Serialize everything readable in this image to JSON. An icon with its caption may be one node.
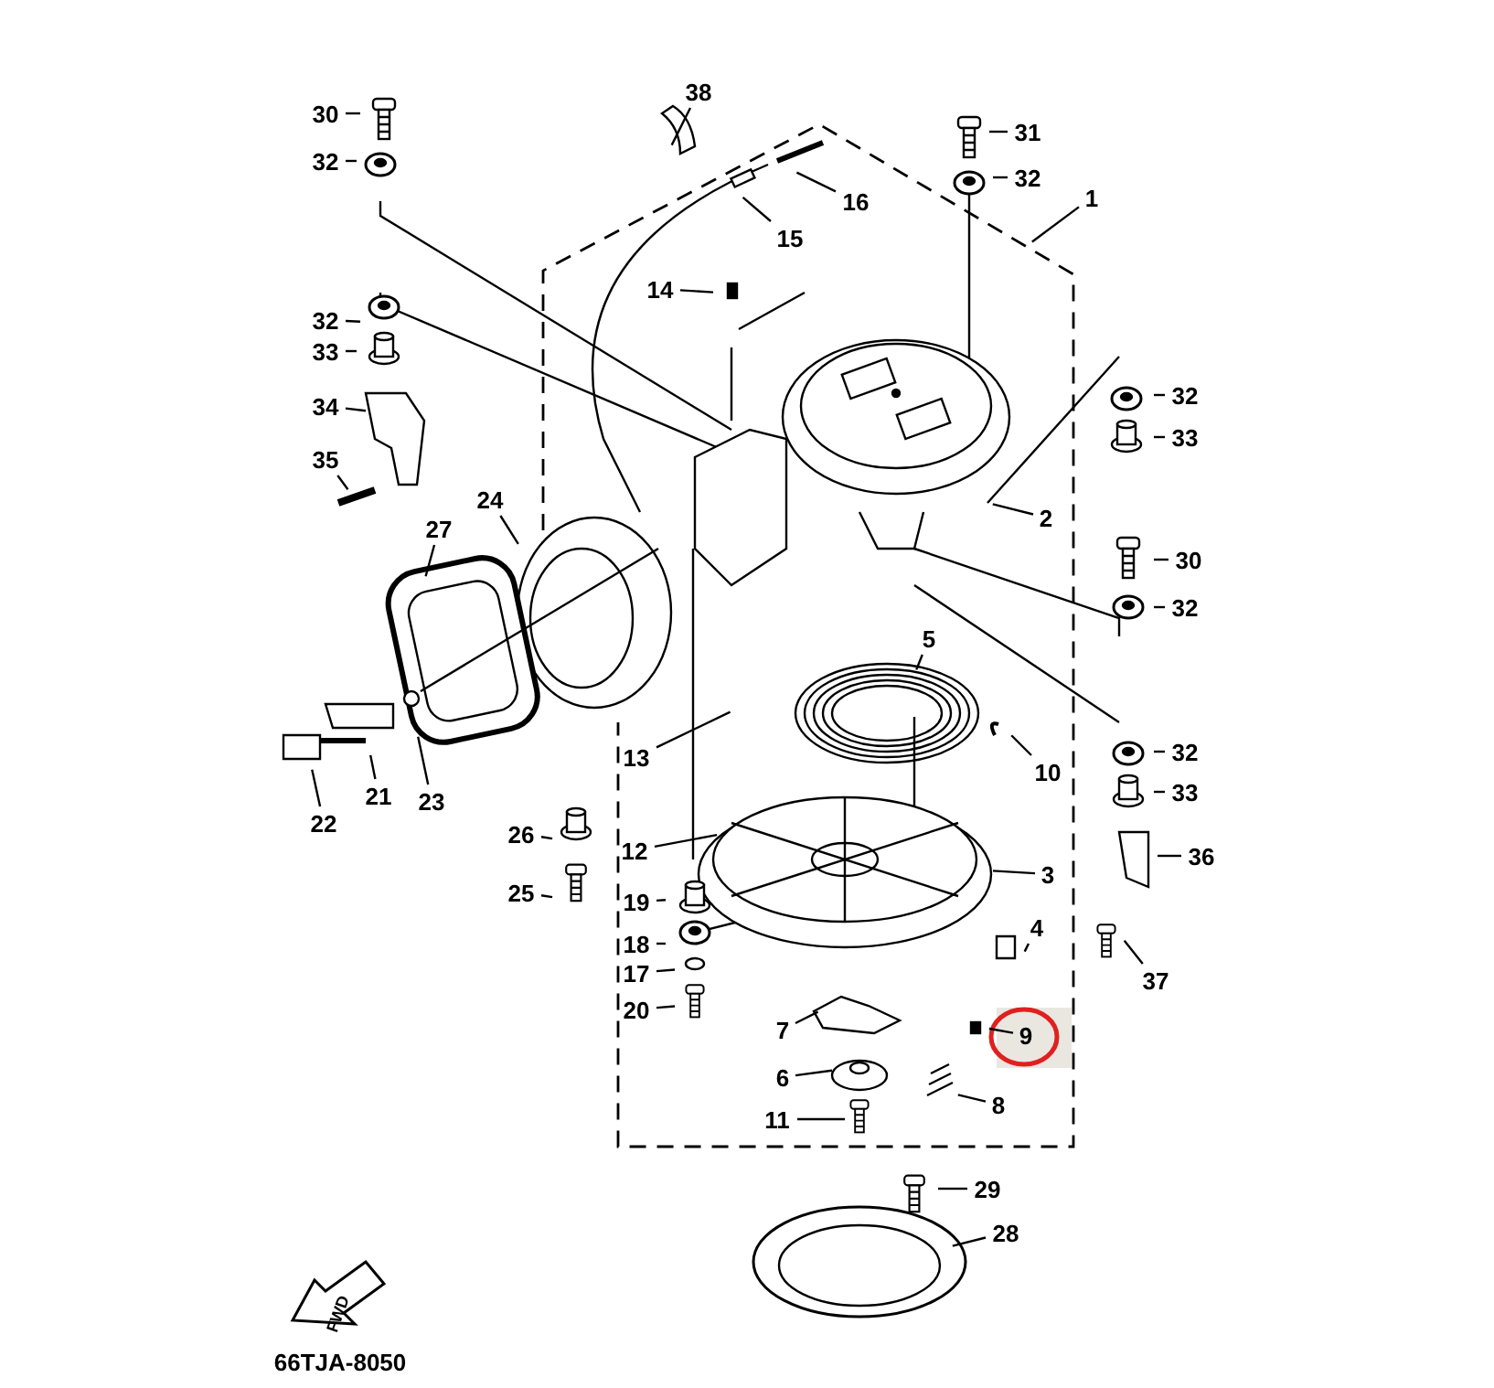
{
  "diagram": {
    "nodes": [
      {
        "text": [
          "38"
        ]
      },
      {
        "text": [
          "30"
        ]
      },
      {
        "text": [
          "31"
        ]
      },
      {
        "text": [
          "32"
        ]
      },
      {
        "text": [
          "32"
        ]
      },
      {
        "text": [
          "1"
        ]
      },
      {
        "text": [
          "16"
        ]
      },
      {
        "text": [
          "15"
        ]
      },
      {
        "text": [
          "14"
        ]
      },
      {
        "text": [
          "32"
        ]
      },
      {
        "text": [
          "33"
        ]
      },
      {
        "text": [
          "32"
        ]
      },
      {
        "text": [
          "34"
        ]
      },
      {
        "text": [
          "33"
        ]
      },
      {
        "text": [
          "35"
        ]
      },
      {
        "text": [
          "24"
        ]
      },
      {
        "text": [
          "2"
        ]
      },
      {
        "text": [
          "27"
        ]
      },
      {
        "text": [
          "30"
        ]
      },
      {
        "text": [
          "32"
        ]
      },
      {
        "text": [
          "5"
        ]
      },
      {
        "text": [
          "32"
        ]
      },
      {
        "text": [
          "13"
        ]
      },
      {
        "text": [
          "10"
        ]
      },
      {
        "text": [
          "33"
        ]
      },
      {
        "text": [
          "21"
        ]
      },
      {
        "text": [
          "23"
        ]
      },
      {
        "text": [
          "22"
        ]
      },
      {
        "text": [
          "26"
        ]
      },
      {
        "text": [
          "12"
        ]
      },
      {
        "text": [
          "36"
        ]
      },
      {
        "text": [
          "3"
        ]
      },
      {
        "text": [
          "25"
        ]
      },
      {
        "text": [
          "19"
        ]
      },
      {
        "text": [
          "4"
        ]
      },
      {
        "text": [
          "18"
        ]
      },
      {
        "text": [
          "17"
        ]
      },
      {
        "text": [
          "37"
        ]
      },
      {
        "text": [
          "20"
        ]
      },
      {
        "text": [
          "7"
        ]
      },
      {
        "text": [
          "9"
        ]
      },
      {
        "text": [
          "6"
        ]
      },
      {
        "text": [
          "8"
        ]
      },
      {
        "text": [
          "11"
        ]
      },
      {
        "text": [
          "29"
        ]
      },
      {
        "text": [
          "28"
        ]
      }
    ],
    "edges": [
      {
        "from": 0,
        "to": null,
        "arrow": "none"
      },
      {
        "from": 1,
        "to": null,
        "arrow": "none"
      },
      {
        "from": 2,
        "to": null,
        "arrow": "none"
      },
      {
        "from": 3,
        "to": null,
        "arrow": "none"
      },
      {
        "from": 4,
        "to": null,
        "arrow": "none"
      },
      {
        "from": 5,
        "to": null,
        "arrow": "none"
      },
      {
        "from": 6,
        "to": null,
        "arrow": "none"
      },
      {
        "from": 7,
        "to": null,
        "arrow": "none"
      },
      {
        "from": 8,
        "to": null,
        "arrow": "none"
      },
      {
        "from": 9,
        "to": null,
        "arrow": "none"
      },
      {
        "from": 10,
        "to": null,
        "arrow": "none"
      },
      {
        "from": 11,
        "to": null,
        "arrow": "none"
      },
      {
        "from": 12,
        "to": null,
        "arrow": "none"
      },
      {
        "from": 13,
        "to": null,
        "arrow": "none"
      },
      {
        "from": 14,
        "to": null,
        "arrow": "none"
      },
      {
        "from": 15,
        "to": null,
        "arrow": "none"
      },
      {
        "from": 16,
        "to": null,
        "arrow": "none"
      },
      {
        "from": 17,
        "to": null,
        "arrow": "none"
      },
      {
        "from": 18,
        "to": null,
        "arrow": "none"
      },
      {
        "from": 19,
        "to": null,
        "arrow": "none"
      },
      {
        "from": 20,
        "to": null,
        "arrow": "none"
      },
      {
        "from": 21,
        "to": null,
        "arrow": "none"
      },
      {
        "from": 22,
        "to": null,
        "arrow": "none"
      },
      {
        "from": 23,
        "to": null,
        "arrow": "none"
      },
      {
        "from": 24,
        "to": null,
        "arrow": "none"
      },
      {
        "from": 25,
        "to": null,
        "arrow": "none"
      },
      {
        "from": 26,
        "to": null,
        "arrow": "none"
      },
      {
        "from": 27,
        "to": null,
        "arrow": "none"
      },
      {
        "from": 28,
        "to": null,
        "arrow": "none"
      },
      {
        "from": 29,
        "to": null,
        "arrow": "none"
      },
      {
        "from": 30,
        "to": null,
        "arrow": "none"
      },
      {
        "from": 31,
        "to": null,
        "arrow": "none"
      },
      {
        "from": 32,
        "to": null,
        "arrow": "none"
      },
      {
        "from": 33,
        "to": null,
        "arrow": "none"
      },
      {
        "from": 34,
        "to": null,
        "arrow": "none"
      },
      {
        "from": 35,
        "to": null,
        "arrow": "none"
      },
      {
        "from": 36,
        "to": null,
        "arrow": "none"
      },
      {
        "from": 37,
        "to": null,
        "arrow": "none"
      },
      {
        "from": 38,
        "to": null,
        "arrow": "none"
      },
      {
        "from": 39,
        "to": null,
        "arrow": "none"
      },
      {
        "from": 40,
        "to": null,
        "arrow": "none"
      },
      {
        "from": 41,
        "to": null,
        "arrow": "none"
      },
      {
        "from": 42,
        "to": null,
        "arrow": "none"
      },
      {
        "from": 43,
        "to": null,
        "arrow": "none"
      },
      {
        "from": 44,
        "to": null,
        "arrow": "none"
      },
      {
        "from": 45,
        "to": null,
        "arrow": "none"
      }
    ],
    "labels": [
      "FWD",
      "66TJA-8050"
    ]
  }
}
